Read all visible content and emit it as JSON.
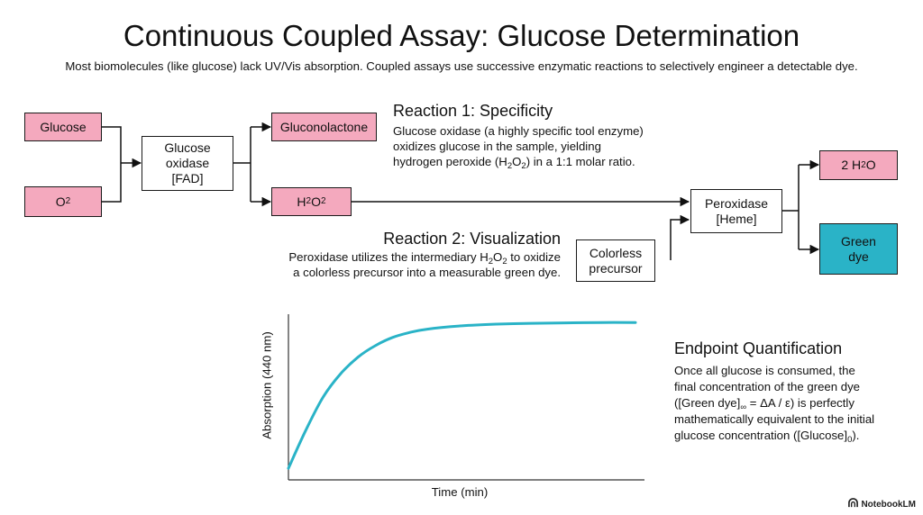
{
  "title": "Continuous Coupled Assay: Glucose Determination",
  "subtitle": "Most biomolecules (like glucose) lack UV/Vis absorption. Coupled assays use successive enzymatic reactions to selectively engineer a detectable dye.",
  "nodes": {
    "glucose": "Glucose",
    "o2": {
      "base": "O",
      "sub": "2"
    },
    "glucose_oxidase": [
      "Glucose",
      "oxidase",
      "[FAD]"
    ],
    "gluconolactone": "Gluconolactone",
    "h2o2": {
      "a": "H",
      "sub1": "2",
      "b": "O",
      "sub2": "2"
    },
    "peroxidase": [
      "Peroxidase",
      "[Heme]"
    ],
    "colorless_precursor": [
      "Colorless",
      "precursor"
    ],
    "water": {
      "a": "2 H",
      "sub": "2",
      "b": "O"
    },
    "green_dye": [
      "Green",
      "dye"
    ]
  },
  "reaction1": {
    "heading": "Reaction 1: Specificity",
    "line1": "Glucose oxidase (a highly specific tool enzyme)",
    "line2": "oxidizes glucose in the sample, yielding",
    "line3_a": "hydrogen peroxide (H",
    "line3_sub1": "2",
    "line3_b": "O",
    "line3_sub2": "2",
    "line3_c": ") in a 1:1 molar ratio."
  },
  "reaction2": {
    "heading": "Reaction 2: Visualization",
    "line1_a": "Peroxidase utilizes the intermediary H",
    "line1_sub1": "2",
    "line1_b": "O",
    "line1_sub2": "2",
    "line1_c": " to oxidize",
    "line2": "a colorless precursor into a measurable green dye."
  },
  "endpoint": {
    "heading": "Endpoint Quantification",
    "line1": "Once all glucose is consumed, the",
    "line2": "final concentration of the green dye",
    "line3_a": "([Green dye]",
    "line3_sub": "∞",
    "line3_b": " = ΔA / ε) is perfectly",
    "line4": "mathematically equivalent to the initial",
    "line5_a": "glucose concentration ([Glucose]",
    "line5_sub": "0",
    "line5_b": ")."
  },
  "chart_data": {
    "type": "line",
    "xlabel": "Time (min)",
    "ylabel": "Absorption (440 nm)",
    "xlim": [
      0,
      1
    ],
    "ylim": [
      0,
      1
    ],
    "series": [
      {
        "x": [
          0,
          0.05,
          0.1,
          0.15,
          0.2,
          0.25,
          0.3,
          0.35,
          0.4,
          0.5,
          0.6,
          0.7,
          0.8,
          0.9,
          1.0
        ],
        "y": [
          0.07,
          0.3,
          0.5,
          0.64,
          0.74,
          0.81,
          0.86,
          0.89,
          0.91,
          0.93,
          0.94,
          0.945,
          0.948,
          0.95,
          0.95
        ]
      }
    ],
    "grid": false,
    "line_color": "#2ab3c7"
  },
  "colors": {
    "substrate": "#f4a9be",
    "product": "#2ab3c7",
    "enzyme": "#ffffff"
  },
  "branding": {
    "icon": "notebooklm-logo-icon",
    "text": "NotebookLM"
  }
}
